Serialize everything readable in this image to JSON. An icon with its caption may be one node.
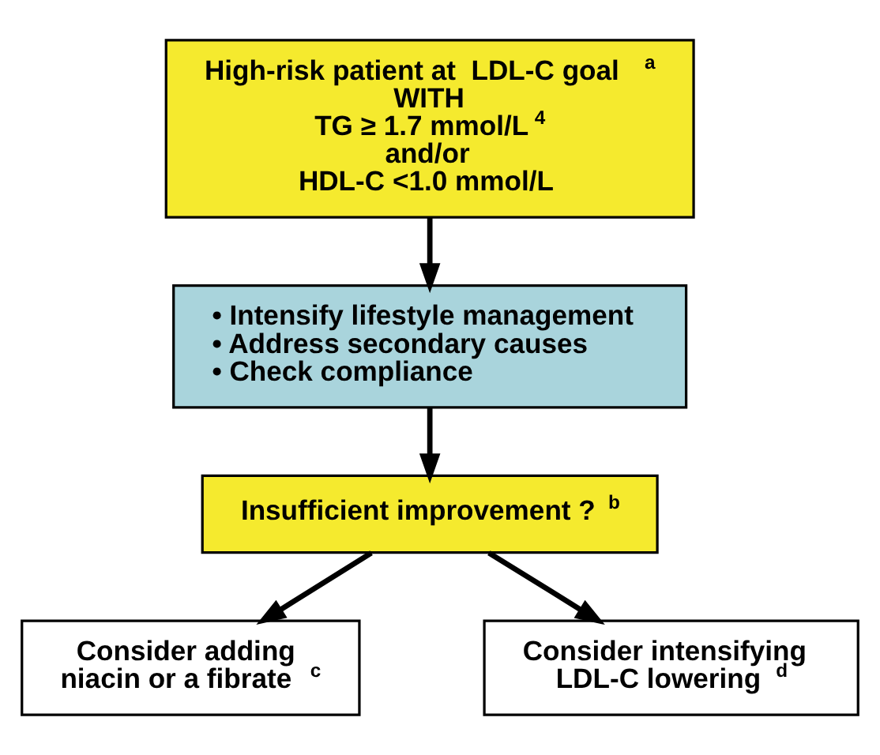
{
  "diagram": {
    "nodes": [
      {
        "text": [
          "High-risk patient at  LDL-C goal $^{a}$ WITH TG ≥ 1.7 mmol/L$^{4}$ and/or HDL-C <1.0 mmol/L"
        ]
      },
      {
        "text": [
          "• Intensify lifestyle management • Address secondary causes • Check compliance"
        ]
      },
      {
        "text": [
          "Insufficient improvement ?$^{b}$"
        ]
      },
      {
        "text": [
          "Consider adding niacin or a fibrate $^{c}$"
        ]
      },
      {
        "text": [
          "Consider intensifying LDL-C lowering $^{d}$"
        ]
      }
    ],
    "edges": [
      {
        "from": 0,
        "to": 1,
        "arrow": "to"
      },
      {
        "from": 1,
        "to": 2,
        "arrow": "to"
      },
      {
        "from": 2,
        "to": 3,
        "arrow": "to"
      },
      {
        "from": 2,
        "to": 4,
        "arrow": "to"
      }
    ]
  }
}
